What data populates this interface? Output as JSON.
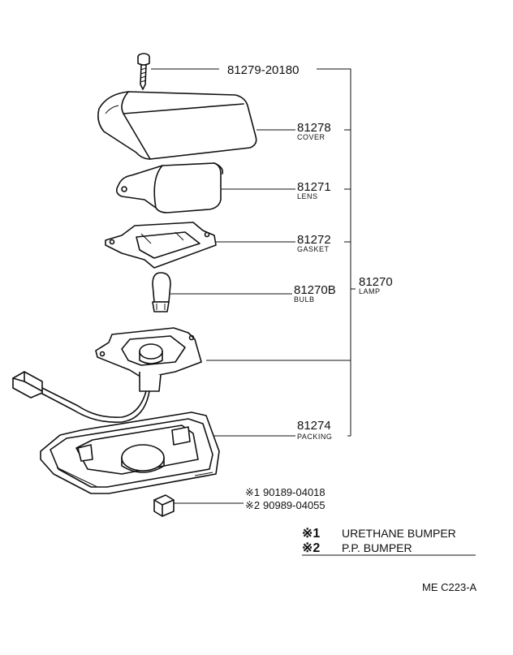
{
  "parts": {
    "screw": {
      "number": "81279-20180"
    },
    "cover": {
      "number": "81278",
      "name": "COVER"
    },
    "lens": {
      "number": "81271",
      "name": "LENS"
    },
    "gasket": {
      "number": "81272",
      "name": "GASKET"
    },
    "bulb": {
      "number": "81270B",
      "name": "BULB"
    },
    "lamp": {
      "number": "81270",
      "name": "LAMP"
    },
    "packing": {
      "number": "81274",
      "name": "PACKING"
    },
    "bumper1": {
      "mark": "※1",
      "number": "90189-04018"
    },
    "bumper2": {
      "mark": "※2",
      "number": "90989-04055"
    }
  },
  "legend": {
    "item1": {
      "mark": "※1",
      "text": "URETHANE BUMPER"
    },
    "item2": {
      "mark": "※2",
      "text": "P.P. BUMPER"
    }
  },
  "figure_code": "ME C223-A"
}
